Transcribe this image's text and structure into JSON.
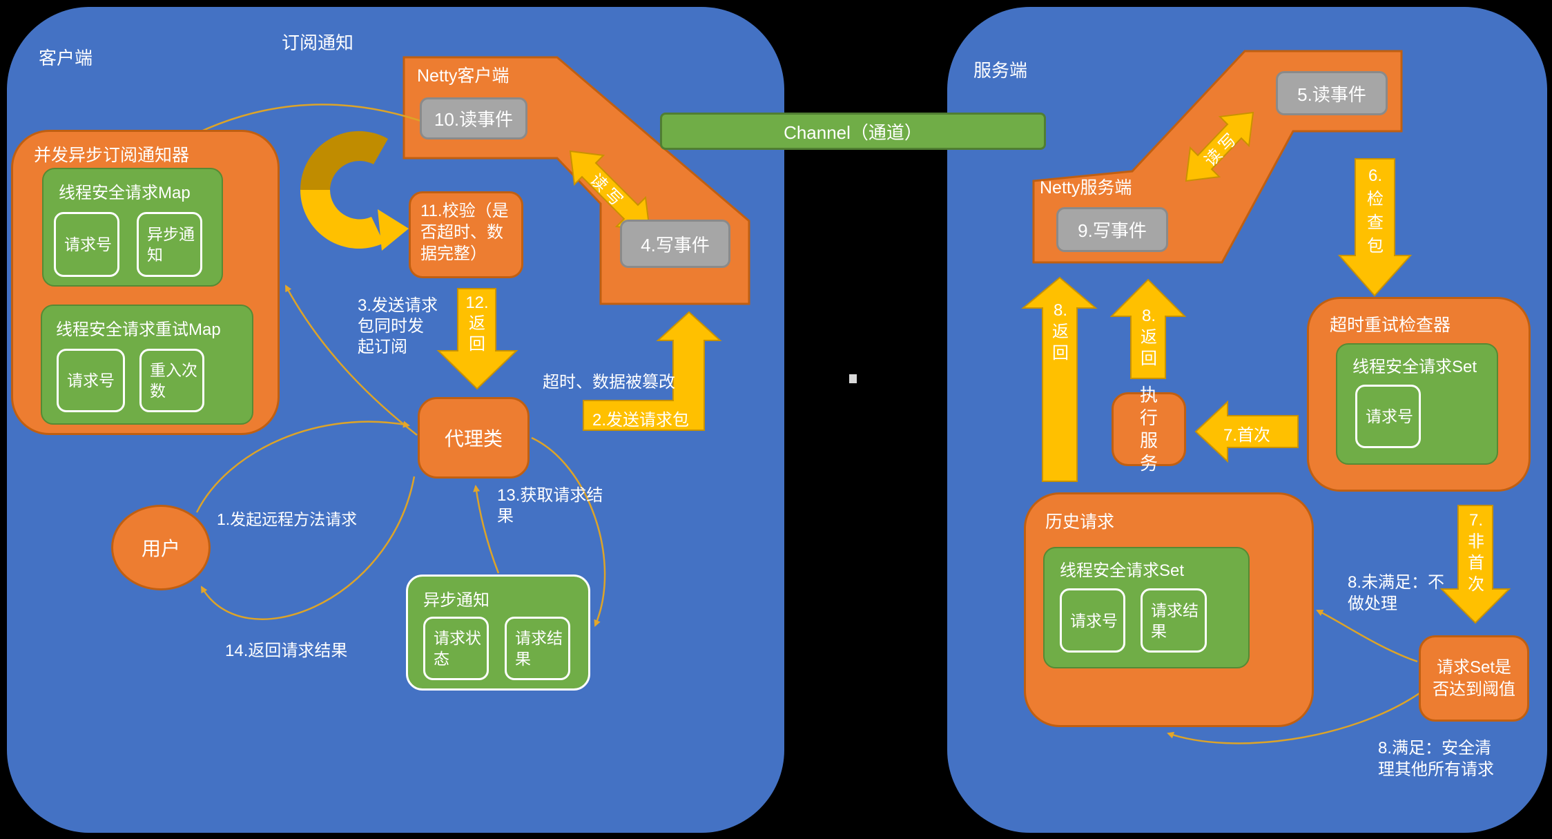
{
  "colors": {
    "background": "#000000",
    "panel_blue": "#4472C4",
    "orange": "#ED7D31",
    "orange_border": "#C05F11",
    "green": "#70AD47",
    "green_border": "#507E32",
    "gray": "#A6A6A6",
    "arrow_yellow": "#FFC000",
    "arrow_border": "#C99200",
    "curve_gold": "#DDA428"
  },
  "channel": {
    "label": "Channel（通道）"
  },
  "client": {
    "panel_label": "客户端",
    "labels": {
      "subscribe": "订阅通知",
      "step1": "1.发起远程方法请求",
      "step2": "2.发送请求包",
      "step3": "3.发送请求包同时发起订阅",
      "step12": "12.返回",
      "step13": "13.获取请求结果",
      "step14": "14.返回请求结果",
      "tamper": "超时、数据被篡改",
      "rw": "读写"
    },
    "netty": {
      "title": "Netty客户端",
      "read_event": "10.读事件",
      "write_event": "4.写事件"
    },
    "validate": "11.校验（是否超时、数据完整）",
    "proxy": "代理类",
    "user": "用户",
    "notifier": {
      "title": "并发异步订阅通知器",
      "map1": {
        "title": "线程安全请求Map",
        "items": [
          "请求号",
          "异步通知"
        ]
      },
      "map2": {
        "title": "线程安全请求重试Map",
        "items": [
          "请求号",
          "重入次数"
        ]
      }
    },
    "async_notify": {
      "title": "异步通知",
      "items": [
        "请求状态",
        "请求结果"
      ]
    }
  },
  "server": {
    "panel_label": "服务端",
    "labels": {
      "step6": "6.检查包",
      "step7_first": "7.首次",
      "step7_repeat": "7.非首次",
      "step8_return": "8.返回",
      "step8_unmet": "8.未满足：不做处理",
      "step8_met": "8.满足：安全清理其他所有请求",
      "rw": "读写"
    },
    "netty": {
      "title": "Netty服务端",
      "read_event": "5.读事件",
      "write_event": "9.写事件"
    },
    "exec": "执行服务",
    "checker": {
      "title": "超时重试检查器",
      "set": {
        "title": "线程安全请求Set",
        "items": [
          "请求号"
        ]
      }
    },
    "history": {
      "title": "历史请求",
      "set": {
        "title": "线程安全请求Set",
        "items": [
          "请求号",
          "请求结果"
        ]
      }
    },
    "threshold": "请求Set是否达到阈值"
  }
}
